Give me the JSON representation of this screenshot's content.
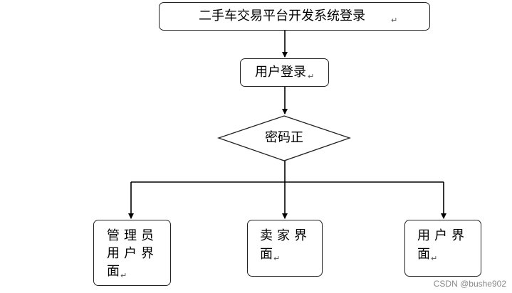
{
  "diagram": {
    "title_box": "二手车交易平台开发系统登录",
    "login_box": "用户登录",
    "decision": "密码正",
    "branches": {
      "admin": {
        "line1": "管理员",
        "line2": "用户界",
        "line3": "面"
      },
      "seller": {
        "line1": "卖家界",
        "line2": "面"
      },
      "user": {
        "line1": "用户界",
        "line2": "面"
      }
    },
    "paragraph_mark": "↵"
  },
  "watermark": "CSDN @bushe902"
}
